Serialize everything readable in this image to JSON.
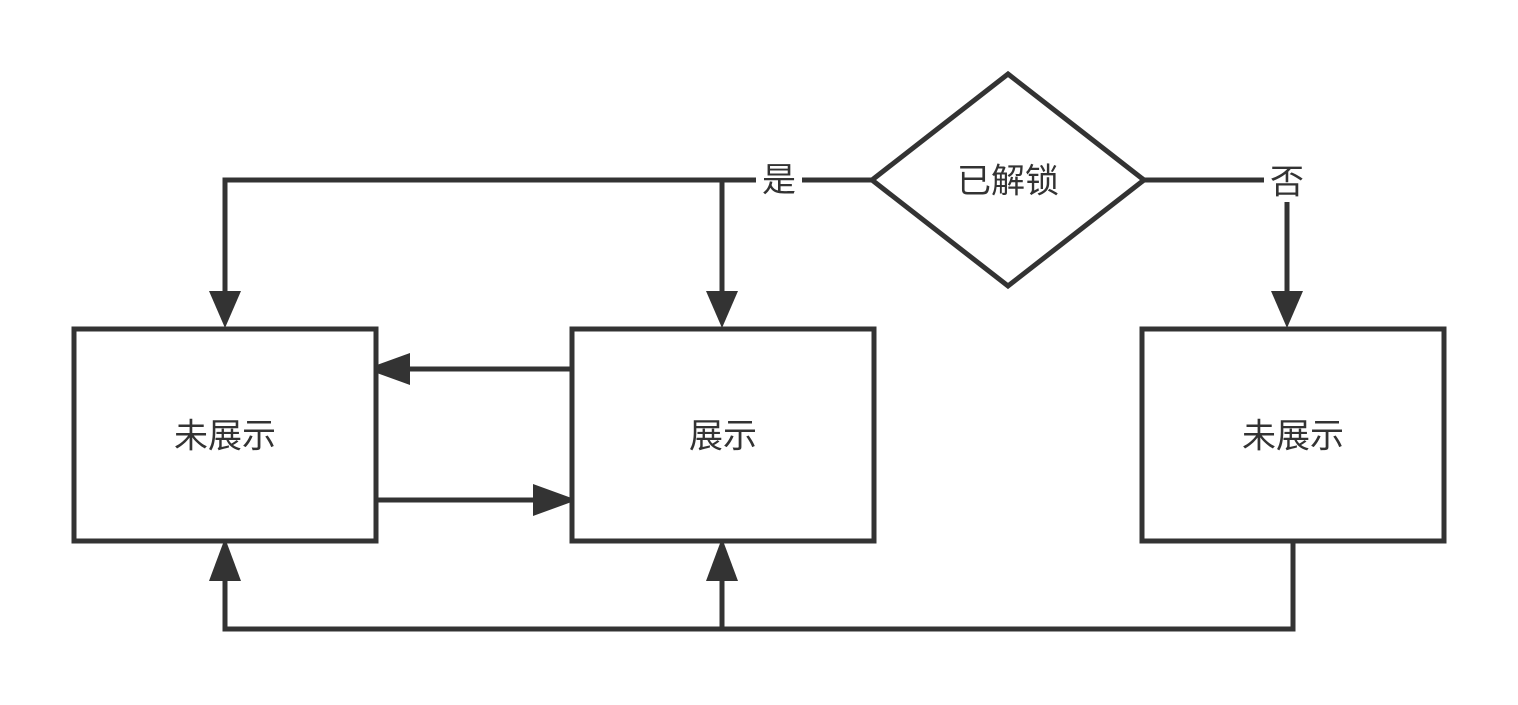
{
  "nodes": {
    "decision": {
      "label": "已解锁"
    },
    "box_left": {
      "label": "未展示"
    },
    "box_middle": {
      "label": "展示"
    },
    "box_right": {
      "label": "未展示"
    }
  },
  "edges": {
    "yes_label": "是",
    "no_label": "否"
  },
  "colors": {
    "stroke": "#333333",
    "fill": "#ffffff",
    "text": "#333333"
  }
}
